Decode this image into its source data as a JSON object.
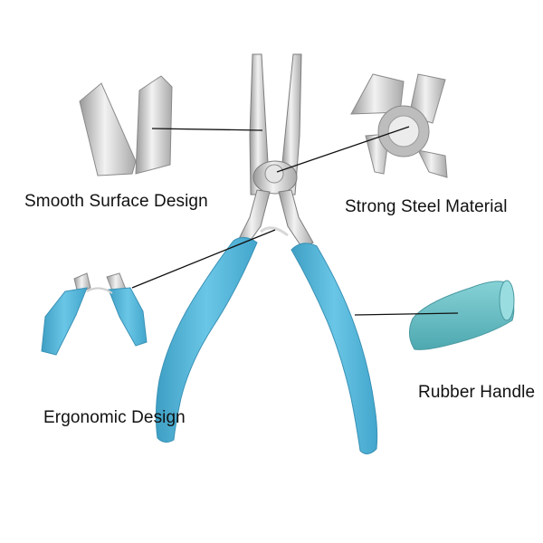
{
  "labels": {
    "smooth_surface": "Smooth Surface Design",
    "strong_steel": "Strong Steel Material",
    "ergonomic": "Ergonomic Design",
    "rubber_handle": "Rubber Handle"
  },
  "colors": {
    "handle": "#5bb8d8",
    "handle_shadow": "#3d9ec2",
    "steel": "#c8c8c8",
    "steel_dark": "#8e8e8e",
    "rubber_sleeve": "#6cc0c6",
    "leader_line": "#111111"
  }
}
